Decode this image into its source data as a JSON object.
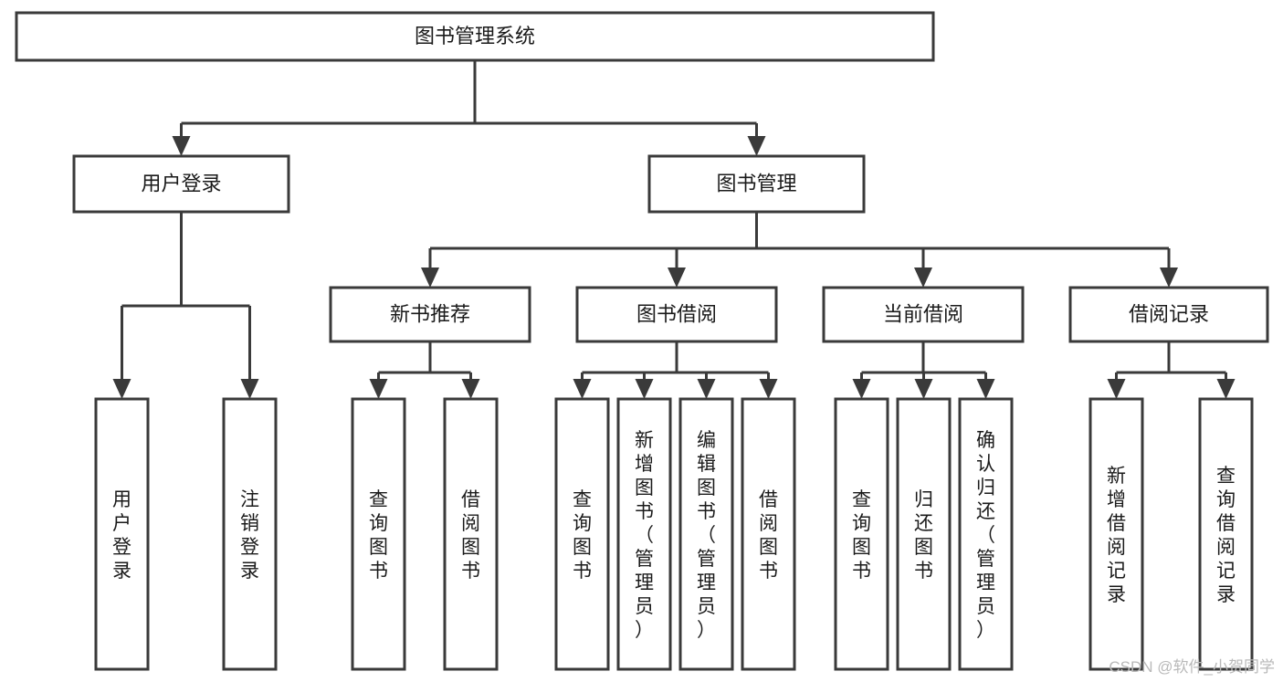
{
  "diagram": {
    "title": "图书管理系统",
    "type": "功能结构图",
    "orientation": "top-down",
    "colors": {
      "box_stroke": "#3a3a3a",
      "box_fill": "#ffffff",
      "connector": "#3a3a3a",
      "text": "#1a1a1a",
      "background": "#ffffff",
      "watermark": "#b9b9b9"
    },
    "levels": [
      {
        "level": 1,
        "nodes": [
          {
            "id": "root",
            "label": "图书管理系统",
            "text_orientation": "horizontal"
          }
        ]
      },
      {
        "level": 2,
        "nodes": [
          {
            "id": "login",
            "label": "用户登录",
            "text_orientation": "horizontal",
            "parent": "root"
          },
          {
            "id": "bookmgmt",
            "label": "图书管理",
            "text_orientation": "horizontal",
            "parent": "root"
          }
        ]
      },
      {
        "level": 3,
        "nodes": [
          {
            "id": "newbook",
            "label": "新书推荐",
            "text_orientation": "horizontal",
            "parent": "bookmgmt"
          },
          {
            "id": "borrow",
            "label": "图书借阅",
            "text_orientation": "horizontal",
            "parent": "bookmgmt"
          },
          {
            "id": "current",
            "label": "当前借阅",
            "text_orientation": "horizontal",
            "parent": "bookmgmt"
          },
          {
            "id": "records",
            "label": "借阅记录",
            "text_orientation": "horizontal",
            "parent": "bookmgmt"
          }
        ]
      },
      {
        "level": 4,
        "nodes": [
          {
            "id": "leaf1",
            "label": "用户登录",
            "text_orientation": "vertical",
            "parent": "login"
          },
          {
            "id": "leaf2",
            "label": "注销登录",
            "text_orientation": "vertical",
            "parent": "login"
          },
          {
            "id": "leaf3",
            "label": "查询图书",
            "text_orientation": "vertical",
            "parent": "newbook"
          },
          {
            "id": "leaf4",
            "label": "借阅图书",
            "text_orientation": "vertical",
            "parent": "newbook"
          },
          {
            "id": "leaf5",
            "label": "查询图书",
            "text_orientation": "vertical",
            "parent": "borrow"
          },
          {
            "id": "leaf6",
            "label": "新增图书（管理员）",
            "text_orientation": "vertical",
            "parent": "borrow"
          },
          {
            "id": "leaf7",
            "label": "编辑图书（管理员）",
            "text_orientation": "vertical",
            "parent": "borrow"
          },
          {
            "id": "leaf8",
            "label": "借阅图书",
            "text_orientation": "vertical",
            "parent": "borrow"
          },
          {
            "id": "leaf9",
            "label": "查询图书",
            "text_orientation": "vertical",
            "parent": "current"
          },
          {
            "id": "leaf10",
            "label": "归还图书",
            "text_orientation": "vertical",
            "parent": "current"
          },
          {
            "id": "leaf11",
            "label": "确认归还（管理员）",
            "text_orientation": "vertical",
            "parent": "current"
          },
          {
            "id": "leaf12",
            "label": "新增借阅记录",
            "text_orientation": "vertical",
            "parent": "records"
          },
          {
            "id": "leaf13",
            "label": "查询借阅记录",
            "text_orientation": "vertical",
            "parent": "records"
          }
        ]
      }
    ]
  },
  "watermark": {
    "text": "CSDN @软件_小贺同学"
  }
}
